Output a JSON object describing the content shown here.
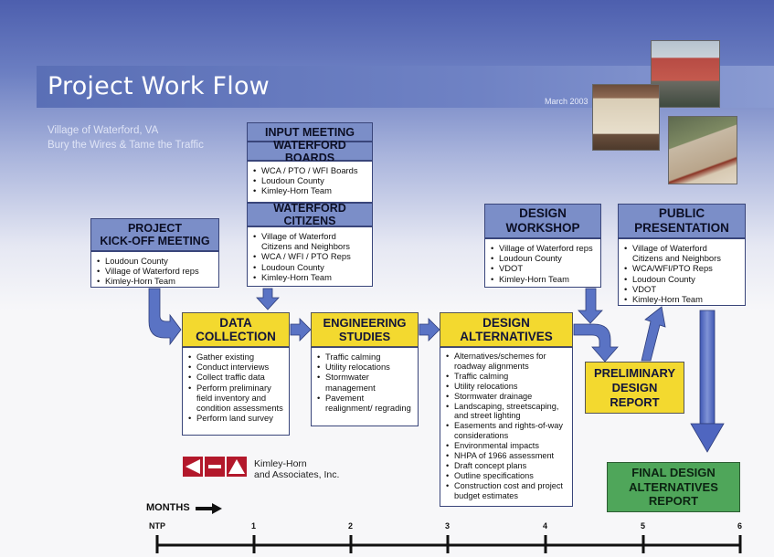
{
  "header": {
    "title": "Project Work Flow",
    "date": "March 2003",
    "subtitle_line1": "Village of Waterford, VA",
    "subtitle_line2": "Bury the Wires & Tame the Traffic"
  },
  "input_meeting": {
    "title": "INPUT MEETING",
    "boards_title": "WATERFORD BOARDS",
    "boards_items": [
      "WCA / PTO / WFI Boards",
      "Loudoun County",
      "Kimley-Horn Team"
    ],
    "citizens_title": "WATERFORD CITIZENS",
    "citizens_items": [
      "Village of Waterford Citizens and Neighbors",
      "WCA / WFI / PTO Reps",
      "Loudoun County",
      "Kimley-Horn Team"
    ]
  },
  "kickoff": {
    "title_line1": "PROJECT",
    "title_line2": "KICK-OFF MEETING",
    "items": [
      "Loudoun County",
      "Village of Waterford reps",
      "Kimley-Horn Team"
    ]
  },
  "design_workshop": {
    "title_line1": "DESIGN",
    "title_line2": "WORKSHOP",
    "items": [
      "Village of Waterford reps",
      "Loudoun County",
      "VDOT",
      "Kimley-Horn Team"
    ]
  },
  "public_presentation": {
    "title_line1": "PUBLIC",
    "title_line2": "PRESENTATION",
    "items": [
      "Village of Waterford Citizens and Neighbors",
      "WCA/WFI/PTO Reps",
      "Loudoun County",
      "VDOT",
      "Kimley-Horn Team"
    ]
  },
  "data_collection": {
    "title_line1": "DATA",
    "title_line2": "COLLECTION",
    "items": [
      "Gather existing",
      "Conduct interviews",
      "Collect traffic data",
      "Perform preliminary field inventory and condition assessments",
      "Perform land survey"
    ]
  },
  "engineering_studies": {
    "title_line1": "ENGINEERING",
    "title_line2": "STUDIES",
    "items": [
      "Traffic calming",
      "Utility relocations",
      "Stormwater management",
      "Pavement realignment/ regrading"
    ]
  },
  "design_alternatives": {
    "title_line1": "DESIGN",
    "title_line2": "ALTERNATIVES",
    "items": [
      "Alternatives/schemes for roadway alignments",
      "Traffic calming",
      "Utility relocations",
      "Stormwater drainage",
      "Landscaping, streetscaping, and street lighting",
      "Easements and rights-of-way considerations",
      "Environmental impacts",
      "NHPA of 1966 assessment",
      "Draft concept plans",
      "Outline specifications",
      "Construction cost and project budget estimates"
    ]
  },
  "preliminary_report": {
    "line1": "PRELIMINARY",
    "line2": "DESIGN",
    "line3": "REPORT"
  },
  "final_report": {
    "line1": "FINAL DESIGN",
    "line2": "ALTERNATIVES",
    "line3": "REPORT"
  },
  "logo": {
    "line1": "Kimley-Horn",
    "line2": "and Associates, Inc.",
    "color": "#b3182b"
  },
  "timeline": {
    "label": "MONTHS",
    "ticks": [
      "NTP",
      "1",
      "2",
      "3",
      "4",
      "5",
      "6"
    ]
  },
  "colors": {
    "header_blue": "#7b8ec8",
    "arrow_blue": "#5a73c4",
    "phase_yellow": "#f3d92f",
    "final_green": "#4fa65a"
  }
}
